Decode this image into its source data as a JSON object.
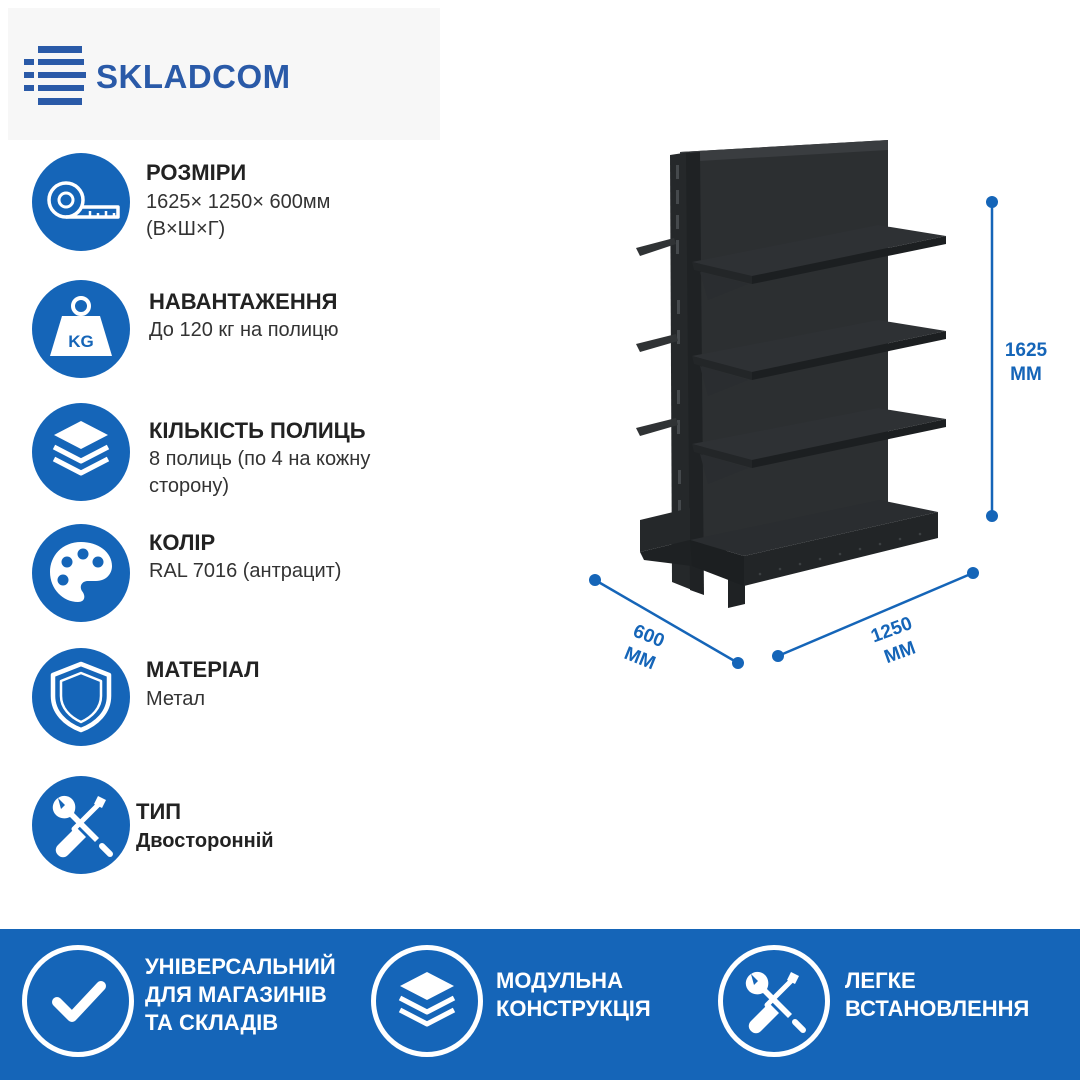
{
  "brand": {
    "name": "SKLADCOM",
    "color": "#2a5aa8"
  },
  "colors": {
    "accent": "#1565b8",
    "product": "#2c2f31"
  },
  "features": [
    {
      "icon": "tape-measure-icon",
      "title": "РОЗМІРИ",
      "value": "1625× 1250× 600мм\n(В×Ш×Г)"
    },
    {
      "icon": "weight-kg-icon",
      "title": "НАВАНТАЖЕННЯ",
      "value": "До 120 кг на полицю"
    },
    {
      "icon": "layers-icon",
      "title": "КІЛЬКІСТЬ ПОЛИЦЬ",
      "value": "8 полиць (по 4 на кожну сторону)"
    },
    {
      "icon": "palette-icon",
      "title": "КОЛІР",
      "value": "RAL 7016 (антрацит)"
    },
    {
      "icon": "shield-icon",
      "title": "МАТЕРІАЛ",
      "value": "Метал"
    },
    {
      "icon": "tools-icon",
      "title": "ТИП",
      "value": "Двосторонній"
    }
  ],
  "dimensions": {
    "height": "1625\nММ",
    "width": "1250\nММ",
    "depth": "600\nММ"
  },
  "banner": [
    {
      "icon": "checkmark-icon",
      "text": "УНІВЕРСАЛЬНИЙ\nДЛЯ МАГАЗИНІВ\nТА СКЛАДІВ"
    },
    {
      "icon": "layers-icon",
      "text": "МОДУЛЬНА\nКОНСТРУКЦІЯ"
    },
    {
      "icon": "tools-icon",
      "text": "ЛЕГКЕ\nВСТАНОВЛЕННЯ"
    }
  ]
}
